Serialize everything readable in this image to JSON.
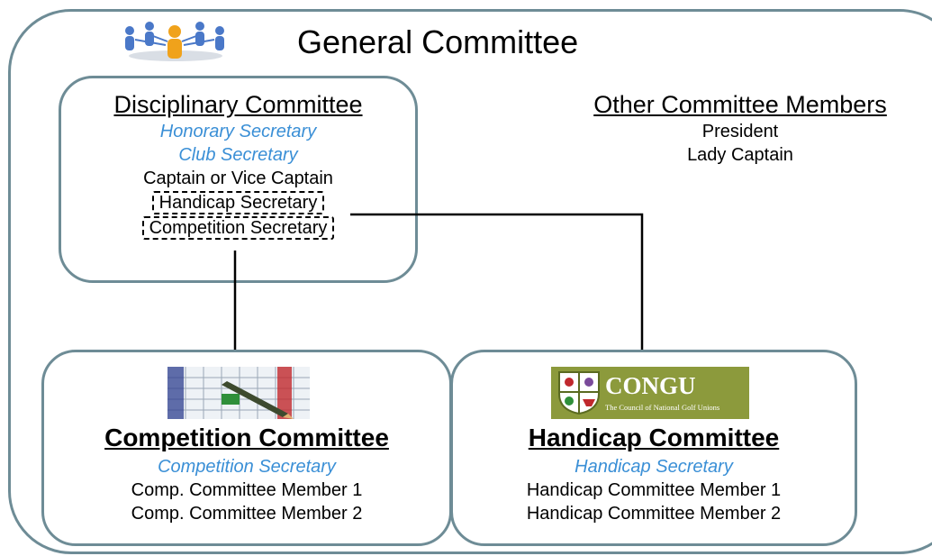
{
  "general": {
    "title": "General Committee"
  },
  "disciplinary": {
    "title": "Disciplinary Committee",
    "roles": [
      "Honorary Secretary",
      "Club Secretary"
    ],
    "members": [
      "Captain or Vice Captain"
    ],
    "linked_members": [
      "Handicap Secretary",
      "Competition Secretary"
    ]
  },
  "other": {
    "title": "Other Committee Members",
    "members": [
      "President",
      "Lady Captain"
    ]
  },
  "competition": {
    "title": "Competition Committee",
    "role": "Competition Secretary",
    "members": [
      "Comp. Committee Member 1",
      "Comp. Committee Member 2"
    ]
  },
  "handicap": {
    "title": "Handicap Committee",
    "role": "Handicap Secretary",
    "members": [
      "Handicap Committee Member 1",
      "Handicap Committee Member 2"
    ],
    "logo": {
      "name": "CONGU",
      "subtitle": "The Council of National Golf Unions"
    }
  },
  "colors": {
    "border": "#6e8c96",
    "role": "#3a8fd6",
    "logo_bg": "#8c9a3c"
  },
  "icons": {
    "general": "people-network-icon",
    "competition": "scorecard-pencil-icon",
    "handicap": "congu-logo-icon"
  }
}
